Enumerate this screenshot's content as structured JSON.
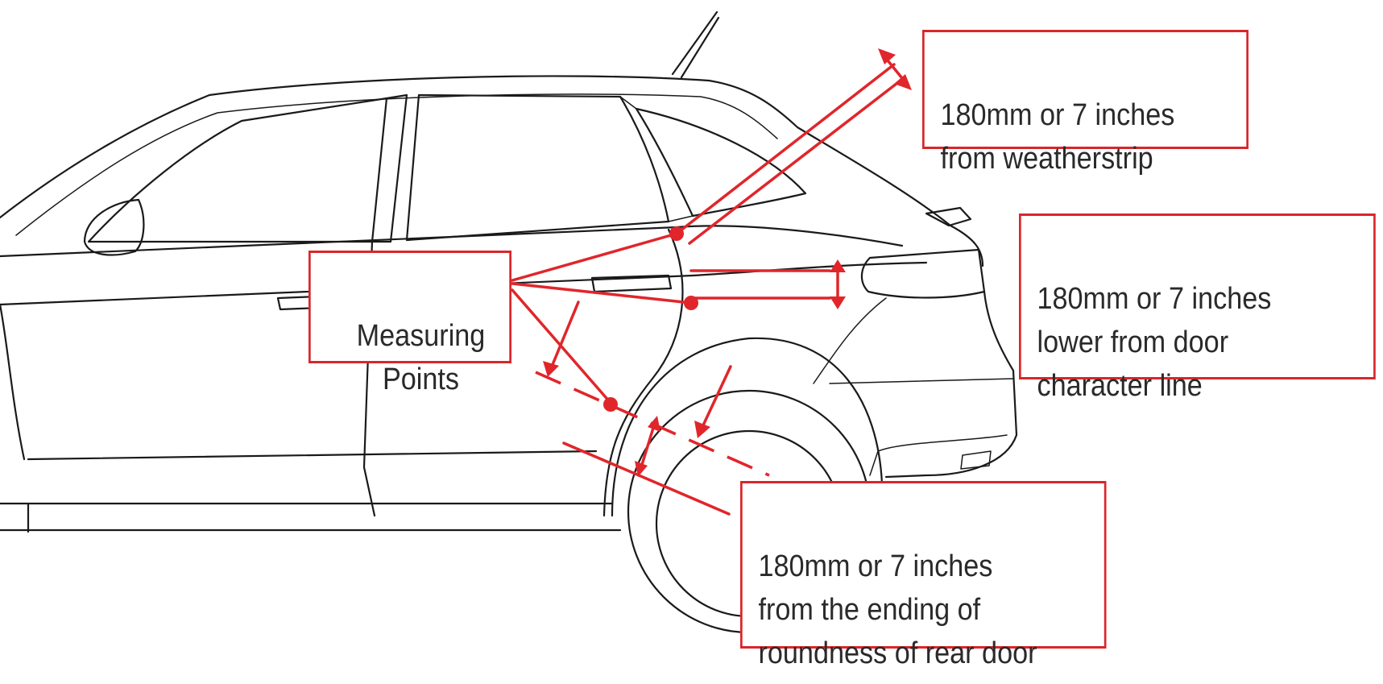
{
  "callouts": {
    "measuring_points": "Measuring\nPoints",
    "weatherstrip": "180mm or 7 inches\nfrom weatherstrip",
    "character_line": "180mm or 7 inches\nlower from door\ncharacter line",
    "rear_door": "180mm or 7 inches\nfrom the ending of\nroundness of rear door"
  },
  "colors": {
    "accent": "#e0262b",
    "outline": "#1a1a1a",
    "background": "#ffffff"
  }
}
